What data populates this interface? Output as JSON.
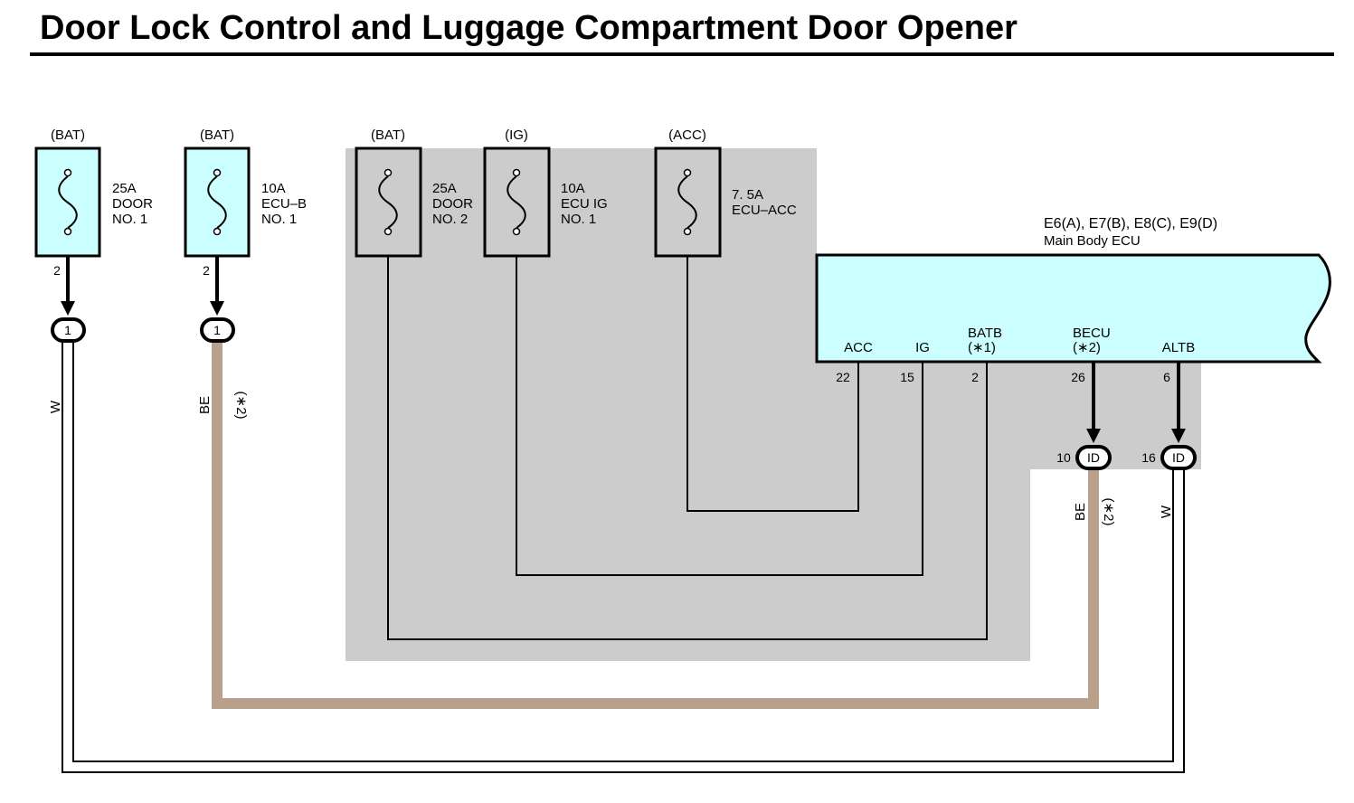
{
  "title": "Door Lock Control and Luggage Compartment Door Opener",
  "colors": {
    "fuse_fill": "#ccffff",
    "shade": "#cccccc",
    "wire_be": "#b8a08a",
    "wire_w": "#ffffff",
    "wire_black": "#000000"
  },
  "fuses": [
    {
      "source": "(BAT)",
      "lines": [
        "25A",
        "DOOR",
        "NO. 1"
      ],
      "pin": "2",
      "connector": "1"
    },
    {
      "source": "(BAT)",
      "lines": [
        "10A",
        "ECU–B",
        "NO. 1"
      ],
      "pin": "2",
      "connector": "1"
    },
    {
      "source": "(BAT)",
      "lines": [
        "25A",
        "DOOR",
        "NO. 2"
      ]
    },
    {
      "source": "(IG)",
      "lines": [
        "10A",
        "ECU IG",
        "NO. 1"
      ]
    },
    {
      "source": "(ACC)",
      "lines": [
        "7. 5A",
        "ECU–ACC"
      ]
    }
  ],
  "ecu": {
    "connectors": "E6(A), E7(B), E8(C), E9(D)",
    "name": "Main Body ECU",
    "terminals": [
      {
        "name": "ACC",
        "pin": "22"
      },
      {
        "name": "IG",
        "pin": "15"
      },
      {
        "name": "BATB",
        "note": "(∗1)",
        "pin": "2"
      },
      {
        "name": "BECU",
        "note": "(∗2)",
        "pin": "26"
      },
      {
        "name": "ALTB",
        "pin": "6"
      }
    ]
  },
  "junctions": [
    {
      "pin": "10",
      "label": "ID"
    },
    {
      "pin": "16",
      "label": "ID"
    }
  ],
  "wire_labels": {
    "w_left": "W",
    "be_left": "BE",
    "be_left_note": "(∗2)",
    "be_right": "BE",
    "be_right_note": "(∗2)",
    "w_right": "W"
  }
}
